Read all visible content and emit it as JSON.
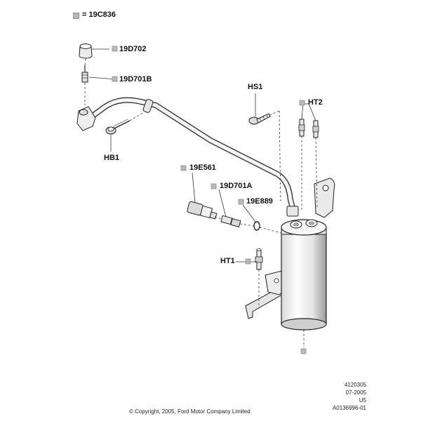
{
  "legend": {
    "text": "= 19C836"
  },
  "labels": {
    "19D702": "19D702",
    "19D701B": "19D701B",
    "HB1": "HB1",
    "HS1": "HS1",
    "HT2": "HT2",
    "19E561": "19E561",
    "19D701A": "19D701A",
    "19E889": "19E889",
    "HT1": "HT1"
  },
  "meta": {
    "line1": "4120305",
    "line2": "07-2005",
    "line3": "U5",
    "line4": "A0136996-01"
  },
  "copyright": "© Copyright, 2005, Ford Motor Company Limited",
  "colors": {
    "marker_gray": "#b9b9b9",
    "line": "#222222",
    "part_fill": "#f0f0f0"
  }
}
